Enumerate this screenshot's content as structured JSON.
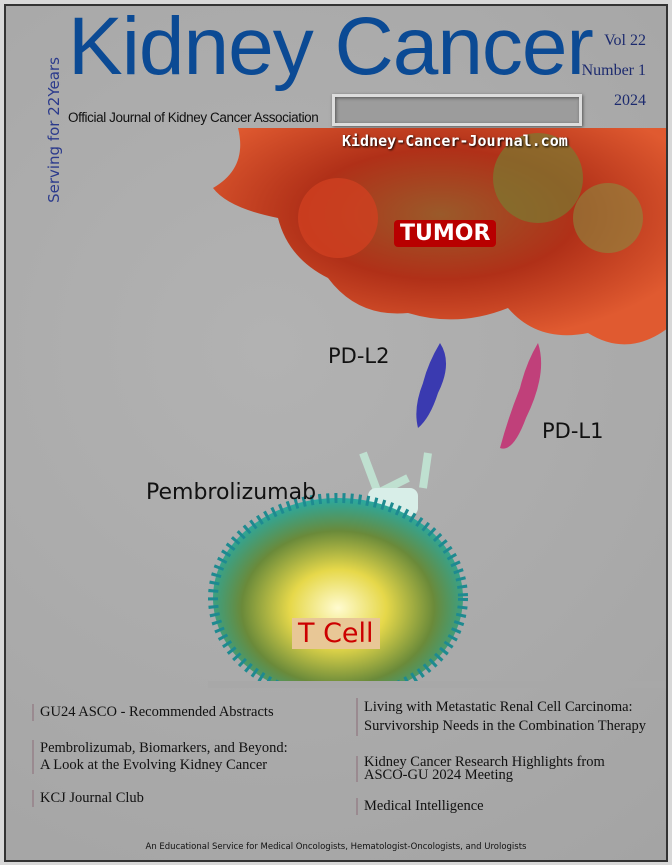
{
  "masthead": {
    "title": "Kidney Cancer",
    "tagline": "Serving for 22Years",
    "subtitle": "Official Journal of Kidney Cancer Association",
    "website": "Kidney-Cancer-Journal.com"
  },
  "issue": {
    "volume": "Vol 22",
    "number": "Number 1",
    "year": "2024"
  },
  "illustration": {
    "labels": {
      "tumor": "TUMOR",
      "pdl2": "PD-L2",
      "pdl1": "PD-L1",
      "drug": "Pembrolizumab",
      "tcell": "T Cell"
    }
  },
  "contents": {
    "left": [
      "GU24 ASCO - Recommended Abstracts",
      "Pembrolizumab, Biomarkers, and Beyond:\nA Look at the Evolving Kidney Cancer",
      "KCJ Journal Club"
    ],
    "right": [
      "Living with Metastatic Renal Cell Carcinoma:\nSurvivorship Needs in the Combination Therapy",
      "Kidney Cancer Research Highlights from\nASCO-GU 2024 Meeting",
      "Medical Intelligence"
    ]
  },
  "footer": "An Educational Service for Medical Oncologists, Hematologist-Oncologists, and Urologists"
}
